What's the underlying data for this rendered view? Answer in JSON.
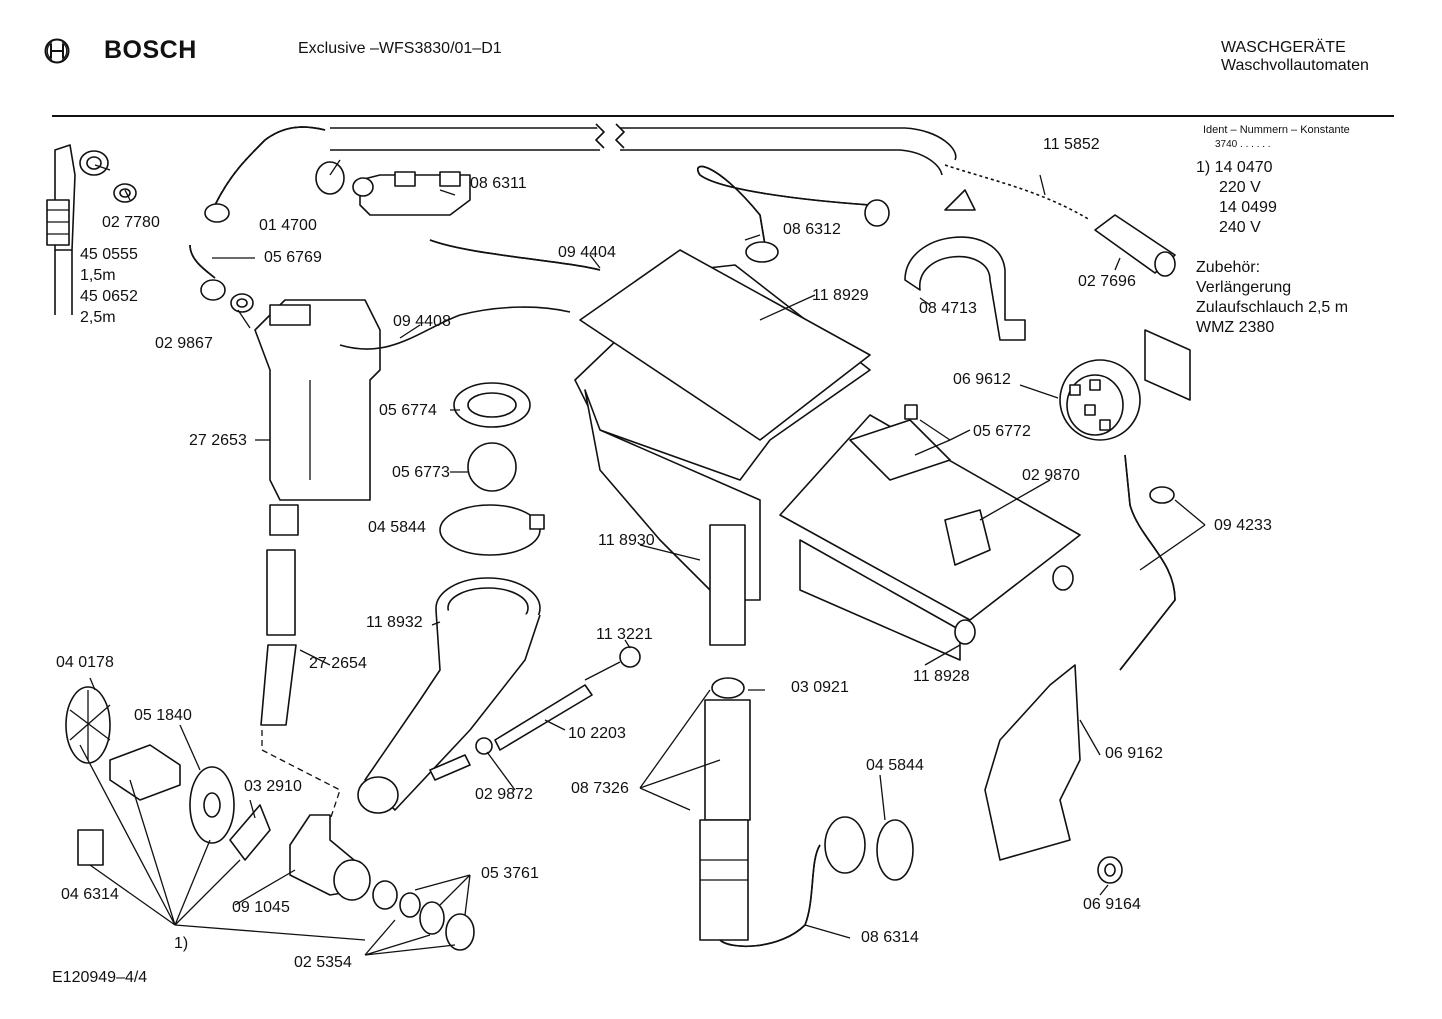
{
  "header": {
    "brand": "BOSCH",
    "model": "Exclusive –WFS3830/01–D1",
    "category": "WASCHGERÄTE",
    "subcategory": "Waschvollautomaten"
  },
  "legend": {
    "ident_title": "Ident – Nummern – Konstante",
    "ident_value": "3740 . .   . . . .",
    "line1": "1)  14 0470",
    "line2": "220 V",
    "line3": "14 0499",
    "line4": "240 V",
    "acc1": "Zubehör:",
    "acc2": "Verlängerung",
    "acc3": "Zulaufschlauch 2,5 m",
    "acc4": "WMZ 2380"
  },
  "labels": {
    "p027780": "02 7780",
    "p450555": "45 0555",
    "len15": "1,5m",
    "p450652": "45 0652",
    "len25": "2,5m",
    "p014700": "01 4700",
    "p086311": "08 6311",
    "p056769": "05 6769",
    "p029867": "02 9867",
    "p094404": "09 4404",
    "p086312": "08 6312",
    "p115852": "11 5852",
    "p084713": "08 4713",
    "p027696": "02 7696",
    "p094408": "09 4408",
    "p118929": "11 8929",
    "p272653": "27 2653",
    "p056774": "05 6774",
    "p056773": "05 6773",
    "p045844a": "04 5844",
    "p069612": "06 9612",
    "p056772": "05 6772",
    "p029870": "02 9870",
    "p094233": "09 4233",
    "p118930": "11 8930",
    "p118932": "11 8932",
    "p113221": "11 3221",
    "p272654": "27 2654",
    "p040178": "04 0178",
    "p051840": "05 1840",
    "p118928": "11 8928",
    "p030921": "03 0921",
    "p102203": "10 2203",
    "p029872": "02 9872",
    "p087326": "08 7326",
    "p032910": "03 2910",
    "p045844b": "04 5844",
    "p069162": "06 9162",
    "p046314": "04 6314",
    "p053761": "05 3761",
    "p091045": "09 1045",
    "p086314": "08 6314",
    "p069164": "06 9164",
    "p025354": "02 5354",
    "note1": "1)"
  },
  "footer": {
    "drawing_id": "E120949–4/4"
  }
}
